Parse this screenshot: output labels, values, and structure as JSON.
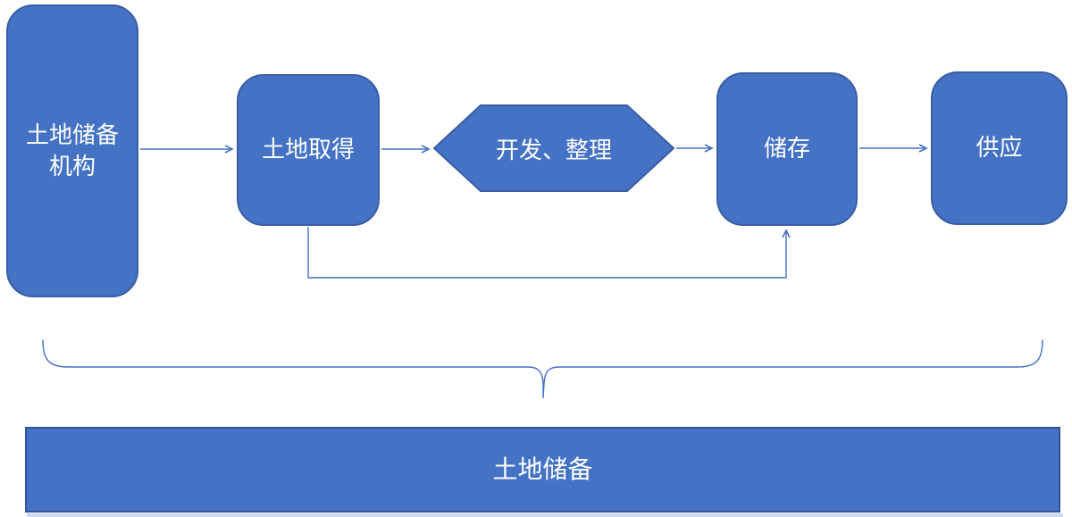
{
  "diagram": {
    "type": "flowchart",
    "nodes": {
      "agency": {
        "label": "土地储备\n机构",
        "shape": "rounded-rectangle"
      },
      "acquisition": {
        "label": "土地取得",
        "shape": "rounded-rectangle"
      },
      "process": {
        "label": "开发、整理",
        "shape": "hexagon"
      },
      "storage": {
        "label": "储存",
        "shape": "rounded-rectangle"
      },
      "supply": {
        "label": "供应",
        "shape": "rounded-rectangle"
      },
      "reserve_bar": {
        "label": "土地储备",
        "shape": "rectangle"
      }
    },
    "edges": [
      {
        "from": "agency",
        "to": "acquisition",
        "style": "arrow-right"
      },
      {
        "from": "acquisition",
        "to": "process",
        "style": "arrow-right"
      },
      {
        "from": "process",
        "to": "storage",
        "style": "arrow-right"
      },
      {
        "from": "storage",
        "to": "supply",
        "style": "arrow-right"
      },
      {
        "from": "acquisition",
        "to": "storage",
        "style": "elbow-arrow-below"
      }
    ],
    "annotations": [
      {
        "type": "curly-brace",
        "orientation": "pointing-down",
        "groups": "all top shapes",
        "refers_to": "reserve_bar"
      }
    ],
    "colors": {
      "shape_fill": "#4472C4",
      "shape_border": "#3A5DA5",
      "connector": "#4472C4",
      "text": "#FFFFFF",
      "background": "#FFFFFF",
      "bottom_stripe": "#CCD8EC"
    }
  }
}
